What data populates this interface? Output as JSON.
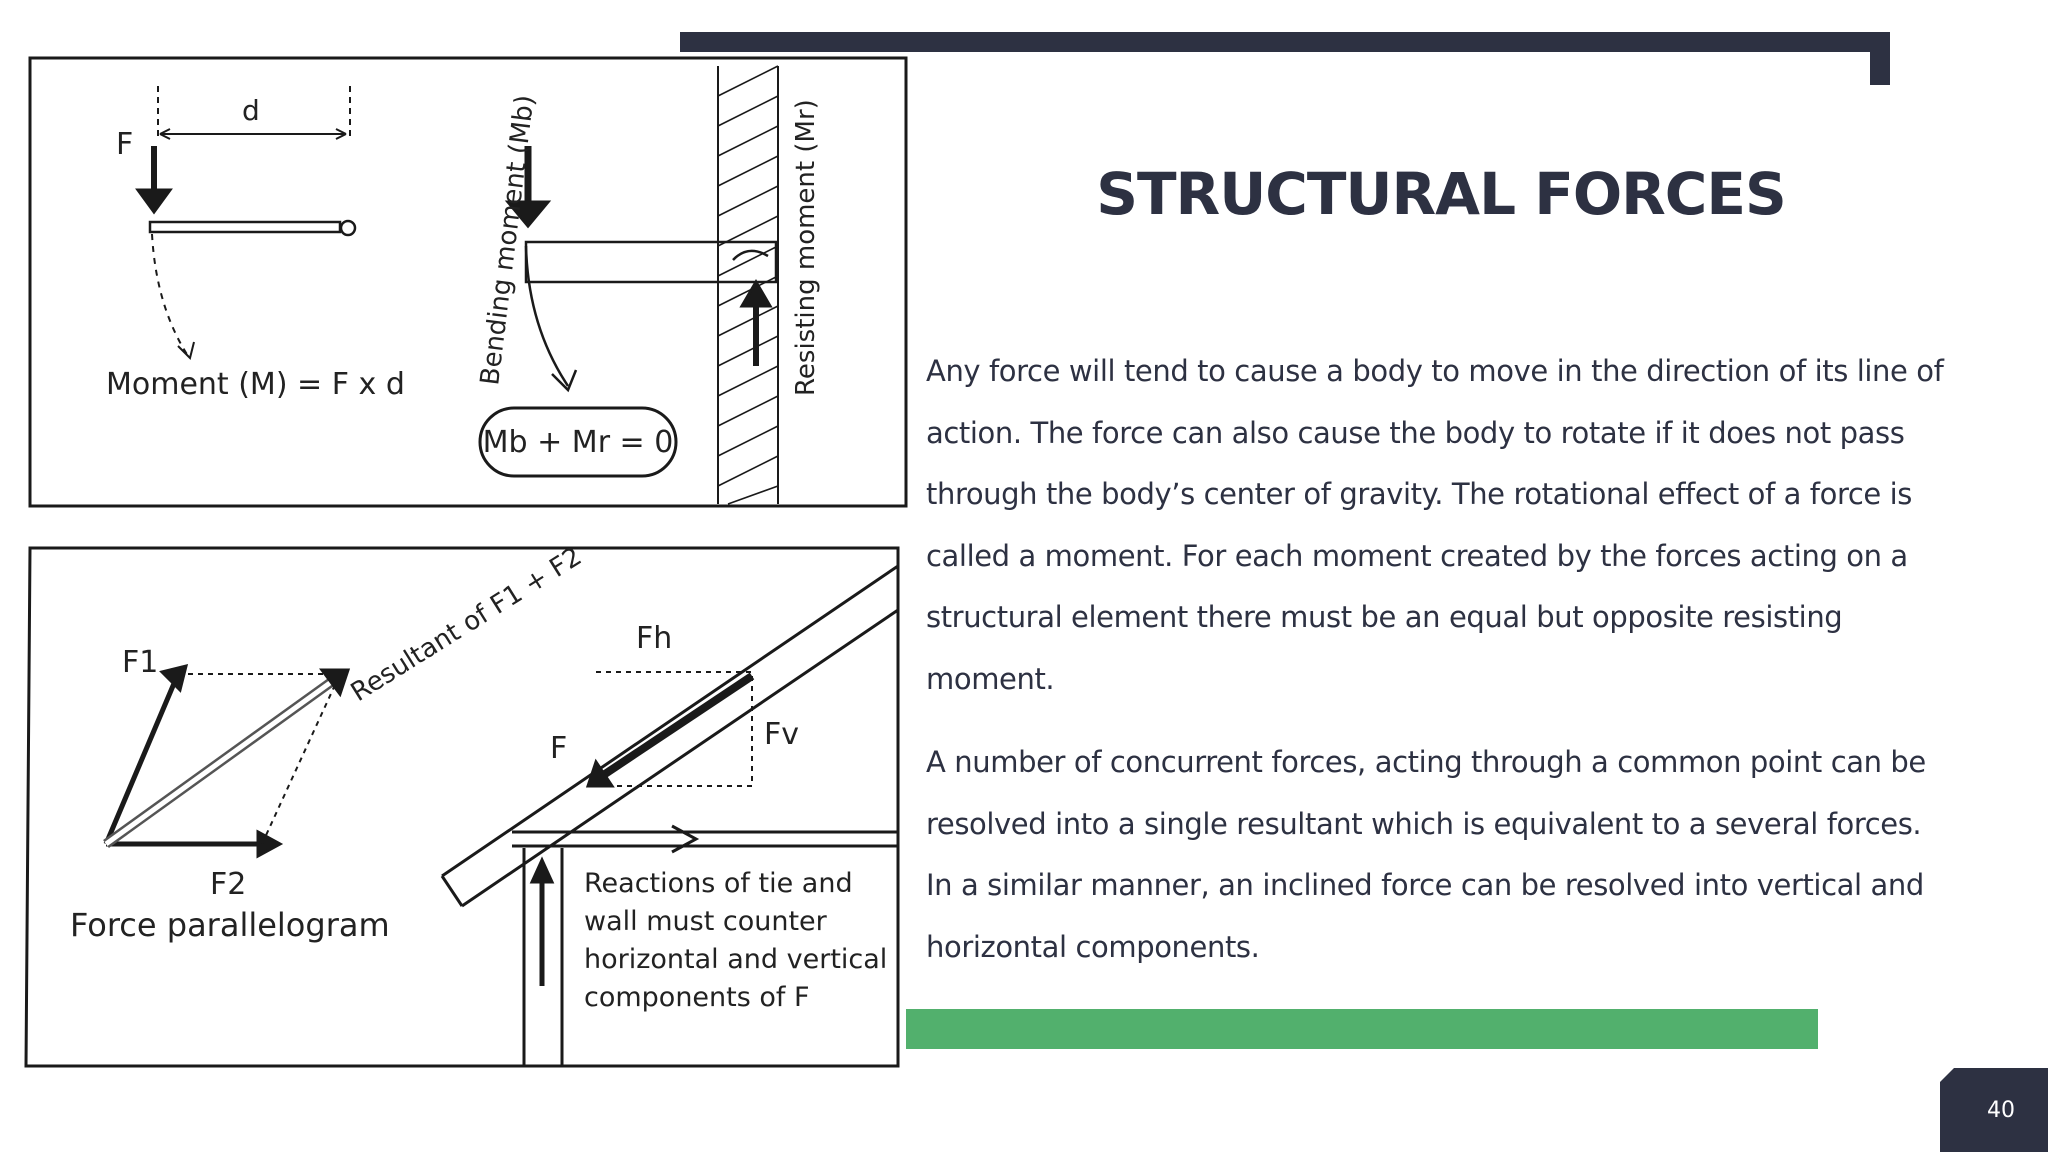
{
  "slide": {
    "title": "STRUCTURAL FORCES",
    "page_number": "40",
    "paragraphs": [
      "Any force will tend to cause a body to move in the direction of its line of action. The force can also cause the body to rotate if it does not pass through the body’s center of gravity. The rotational effect of a force is called a moment. For each moment created by the forces acting on a structural element there must be an equal but opposite resisting moment.",
      "A number of concurrent forces, acting through a common point can be resolved into a single resultant which is equivalent to a several forces. In a similar manner, an inclined force can be resolved into vertical and horizontal components."
    ]
  },
  "diagram_top": {
    "label_f": "F",
    "label_d": "d",
    "moment_formula": "Moment (M) = F x d",
    "bending_label": "Bending moment (Mb)",
    "resisting_label": "Resisting moment (Mr)",
    "equilibrium": "Mb + Mr = 0"
  },
  "diagram_bottom": {
    "label_f1": "F1",
    "label_f2": "F2",
    "resultant": "Resultant of F1 + F2",
    "caption_parallelogram": "Force parallelogram",
    "label_f": "F",
    "label_fh": "Fh",
    "label_fv": "Fv",
    "reactions_line1": "Reactions of tie and",
    "reactions_line2": "wall must counter",
    "reactions_line3": "horizontal and vertical",
    "reactions_line4": "components of F"
  },
  "colors": {
    "dark": "#2d3142",
    "green": "#52b06d"
  }
}
